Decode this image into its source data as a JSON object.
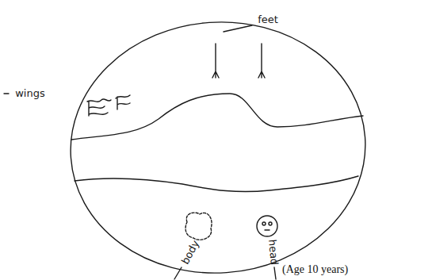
{
  "diagram": {
    "caption": "(Age 10 years)",
    "labels": [
      "feet",
      "wings",
      "body",
      "head"
    ]
  }
}
